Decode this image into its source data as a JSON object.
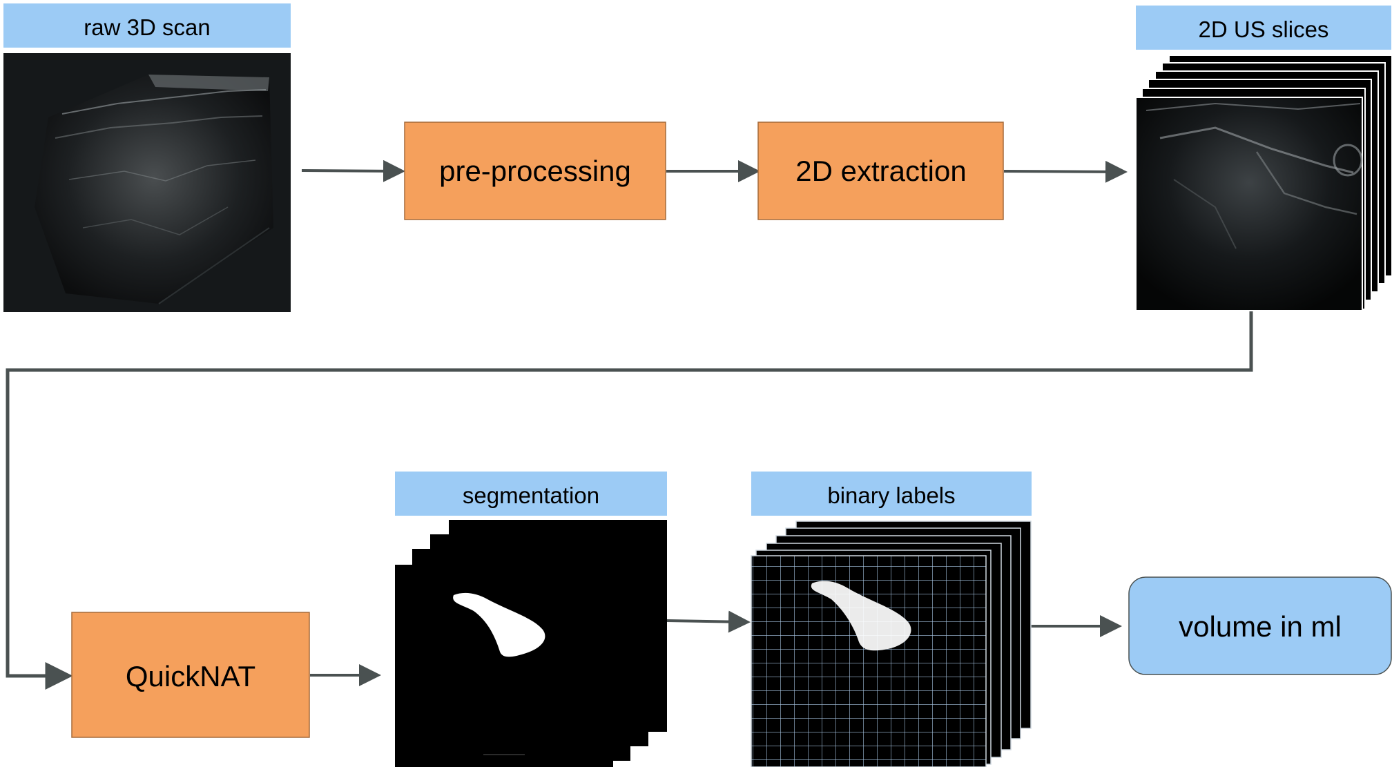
{
  "labels": {
    "raw_scan": "raw 3D scan",
    "us_slices": "2D US slices",
    "segmentation": "segmentation",
    "binary_labels": "binary labels"
  },
  "process": {
    "preprocessing": "pre-processing",
    "extraction": "2D extraction",
    "quicknat": "QuickNAT"
  },
  "output": {
    "volume": "volume in ml"
  },
  "colors": {
    "label_bg": "#9ccbf5",
    "process_fill": "#f5a05c",
    "process_border": "#a56a3a",
    "output_fill": "#9ccbf5",
    "connector": "#4a5151",
    "image_bg": "#000000",
    "grid": "#a9c8e6"
  },
  "icons": {
    "raw_scan_image": "ultrasound-volume-image",
    "us_slice_stack": "ultrasound-slice-stack-image",
    "segmentation_stack": "segmentation-mask-stack-image",
    "binary_label_stack": "binary-label-grid-stack-image"
  }
}
